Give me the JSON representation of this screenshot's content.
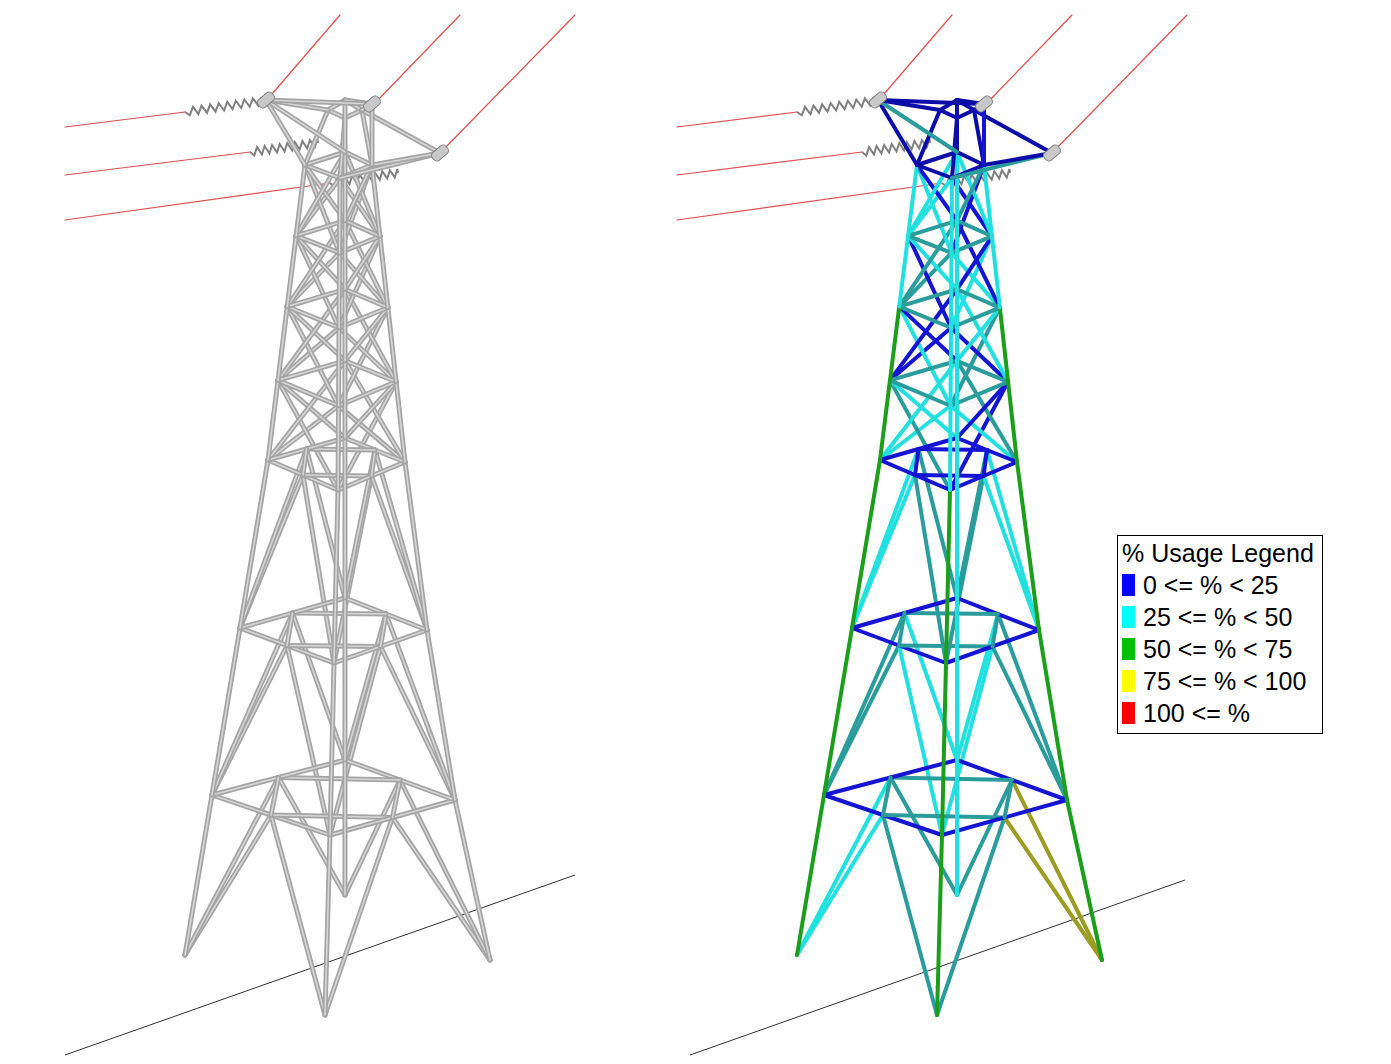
{
  "diagram": {
    "labels": [
      "% Usage Legend"
    ],
    "legend": [
      {
        "text": "0 <= % < 25",
        "color": "#0000ff"
      },
      {
        "text": "25 <= % < 50",
        "color": "#00ffff"
      },
      {
        "text": "50 <= % < 75",
        "color": "#00c000"
      },
      {
        "text": "75 <= % < 100",
        "color": "#ffff00"
      },
      {
        "text": "100 <= %",
        "color": "#ff0000"
      }
    ]
  }
}
